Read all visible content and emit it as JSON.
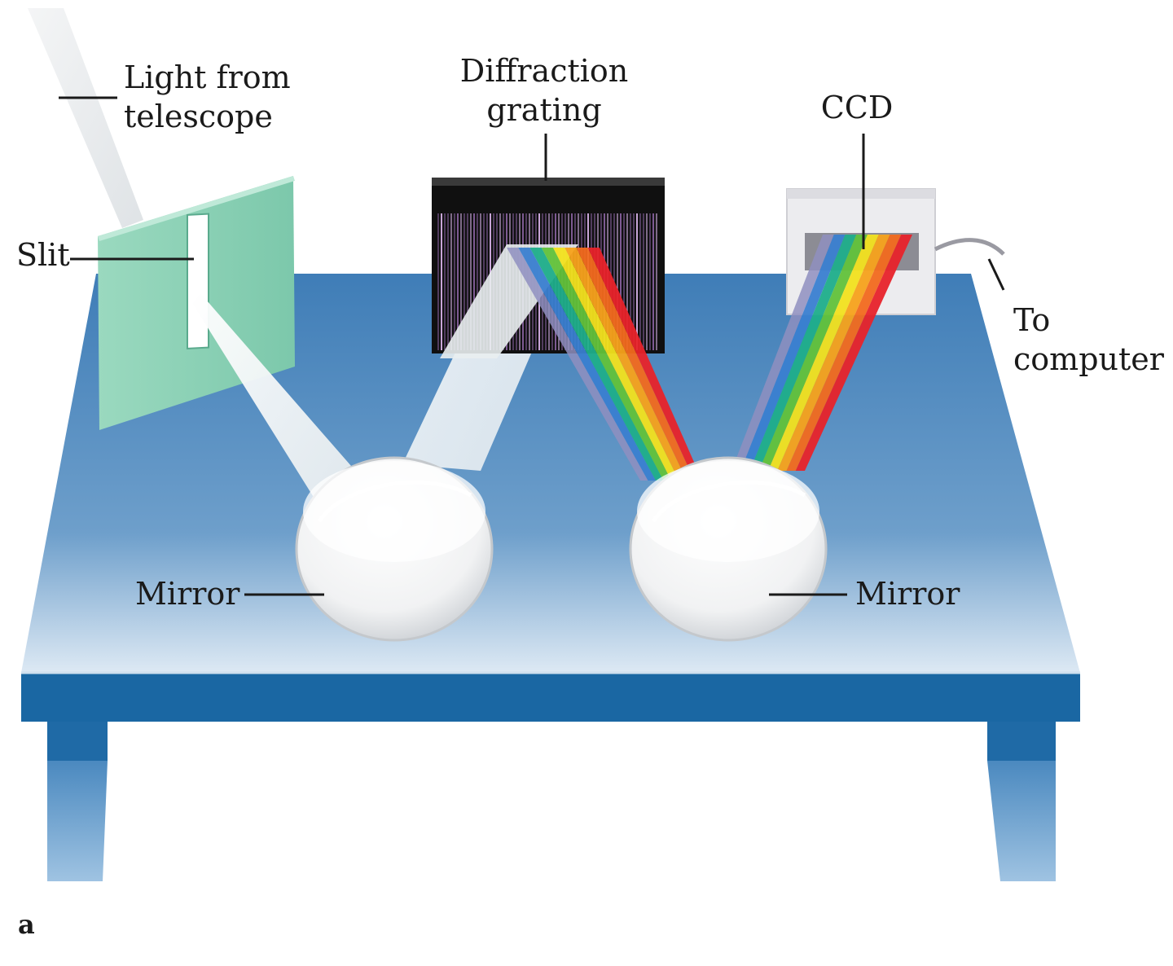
{
  "labels": {
    "light_from_telescope": [
      "Light from",
      "telescope"
    ],
    "slit": "Slit",
    "diffraction_grating": [
      "Diffraction",
      "grating"
    ],
    "ccd": "CCD",
    "to_computer": [
      "To",
      "computer"
    ],
    "mirror_left": "Mirror",
    "mirror_right": "Mirror",
    "panel_letter": "a"
  },
  "colors": {
    "table_top": "#4a86bd",
    "table_edge": "#1a67a3",
    "slit_panel": "#8fd3b8",
    "grating_body": "#111111",
    "ccd_housing": "#e9e9ec",
    "spectrum": [
      "#8f8fbf",
      "#3a7fd0",
      "#1fae8a",
      "#62c23a",
      "#f2e21d",
      "#f7a21b",
      "#f26a1e",
      "#e8232a"
    ]
  }
}
